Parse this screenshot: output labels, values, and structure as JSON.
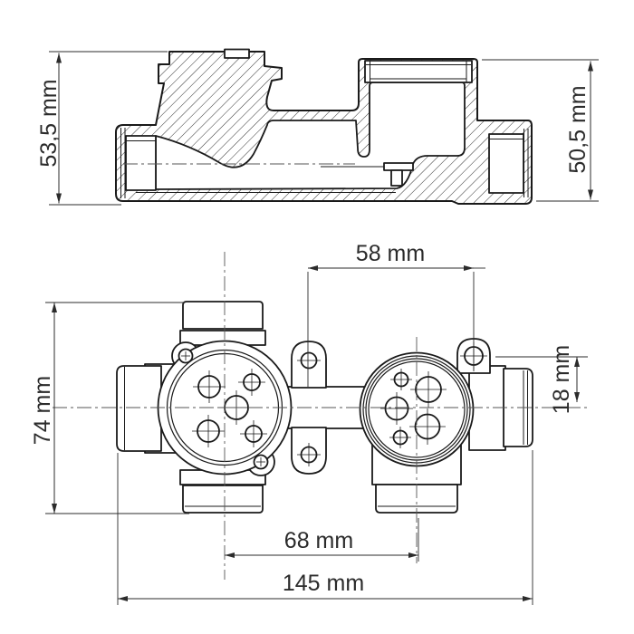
{
  "drawing": {
    "background": "#ffffff",
    "line_color": "#1a1a1a",
    "centerline_color": "#555555",
    "text_color": "#2b2b2b",
    "dimensions": {
      "section_height_left": "53,5 mm",
      "section_height_right": "50,5 mm",
      "mount_ear_spacing": "58 mm",
      "assembly_height": "74 mm",
      "ear_to_axis": "18 mm",
      "outlet_spacing": "68 mm",
      "overall_width": "145 mm"
    }
  }
}
